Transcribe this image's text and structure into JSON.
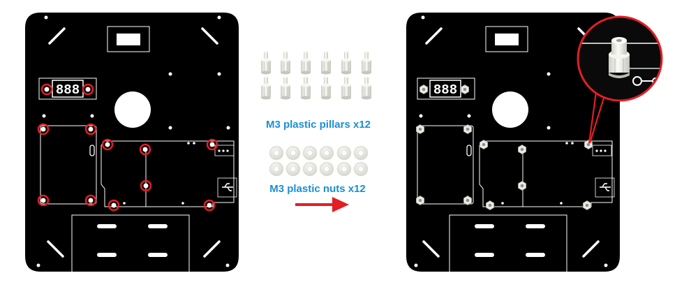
{
  "labels": {
    "pillars": "M3 plastic pillars x12",
    "nuts": "M3 plastic nuts x12"
  },
  "display": {
    "digits": "888"
  },
  "colors": {
    "board": "#000000",
    "silkscreen": "#ffffff",
    "highlight": "#e31e24",
    "caption": "#1a8fd6",
    "plastic": "#eeeeea"
  },
  "icons": {
    "arrow": "arrow-right-icon",
    "usb": "usb-icon"
  }
}
